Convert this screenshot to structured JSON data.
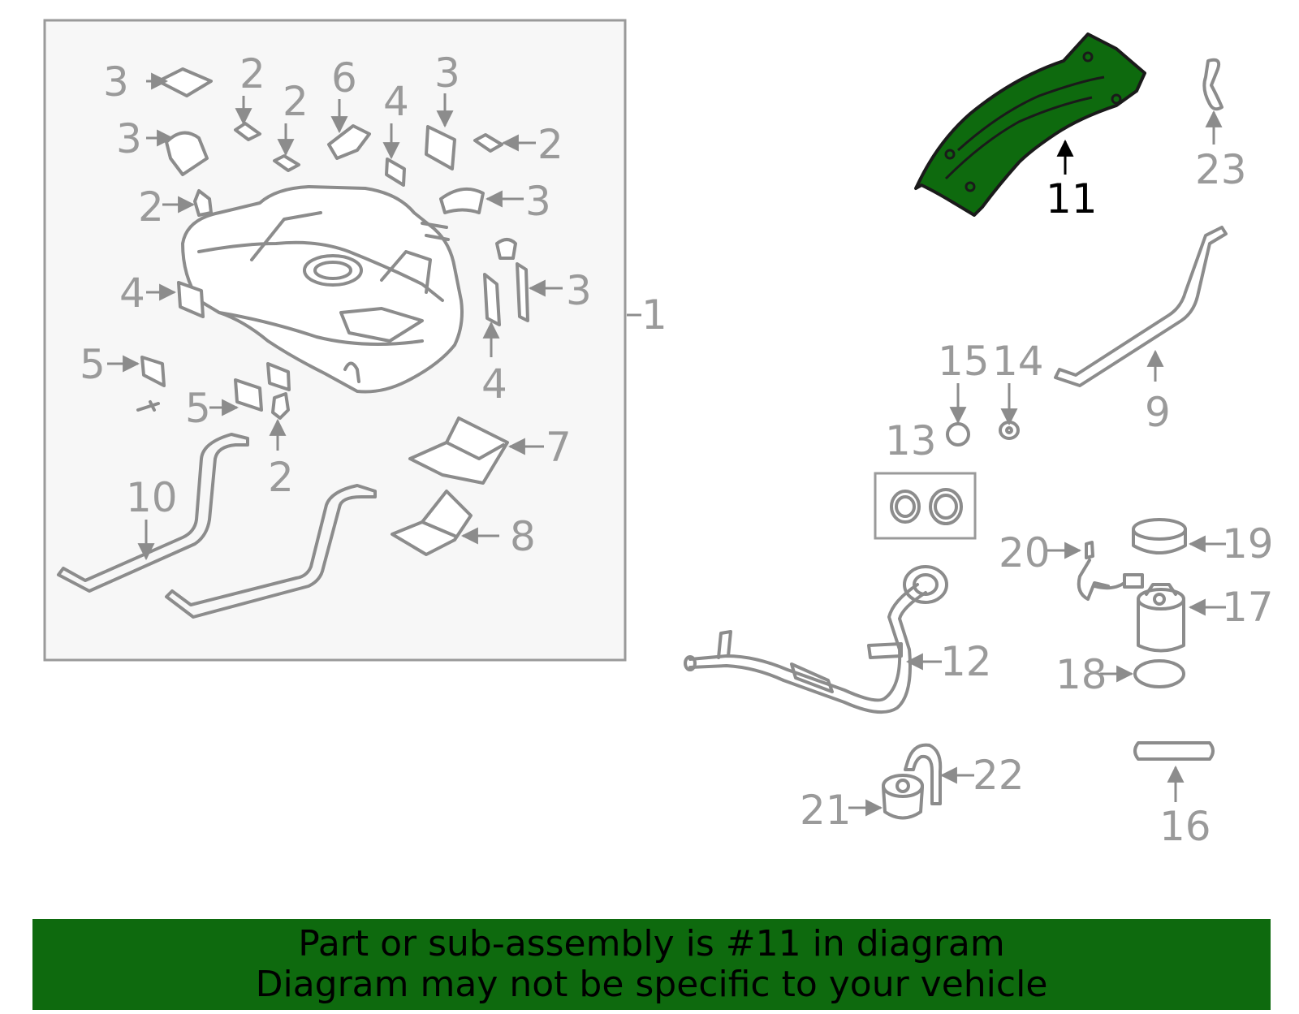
{
  "callouts": {
    "c1": "1",
    "c2": "2",
    "c3": "3",
    "c4": "4",
    "c5": "5",
    "c6": "6",
    "c7": "7",
    "c8": "8",
    "c9": "9",
    "c10": "10",
    "c11": "11",
    "c12": "12",
    "c13": "13",
    "c14": "14",
    "c15": "15",
    "c16": "16",
    "c17": "17",
    "c18": "18",
    "c19": "19",
    "c20": "20",
    "c21": "21",
    "c22": "22",
    "c23": "23"
  },
  "highlight": {
    "part_number": "11",
    "color": "#0e6a0e"
  },
  "banner": {
    "line1": "Part or sub-assembly is #11 in diagram",
    "line2": "Diagram may not be specific to your vehicle",
    "background": "#0e6a0e"
  }
}
